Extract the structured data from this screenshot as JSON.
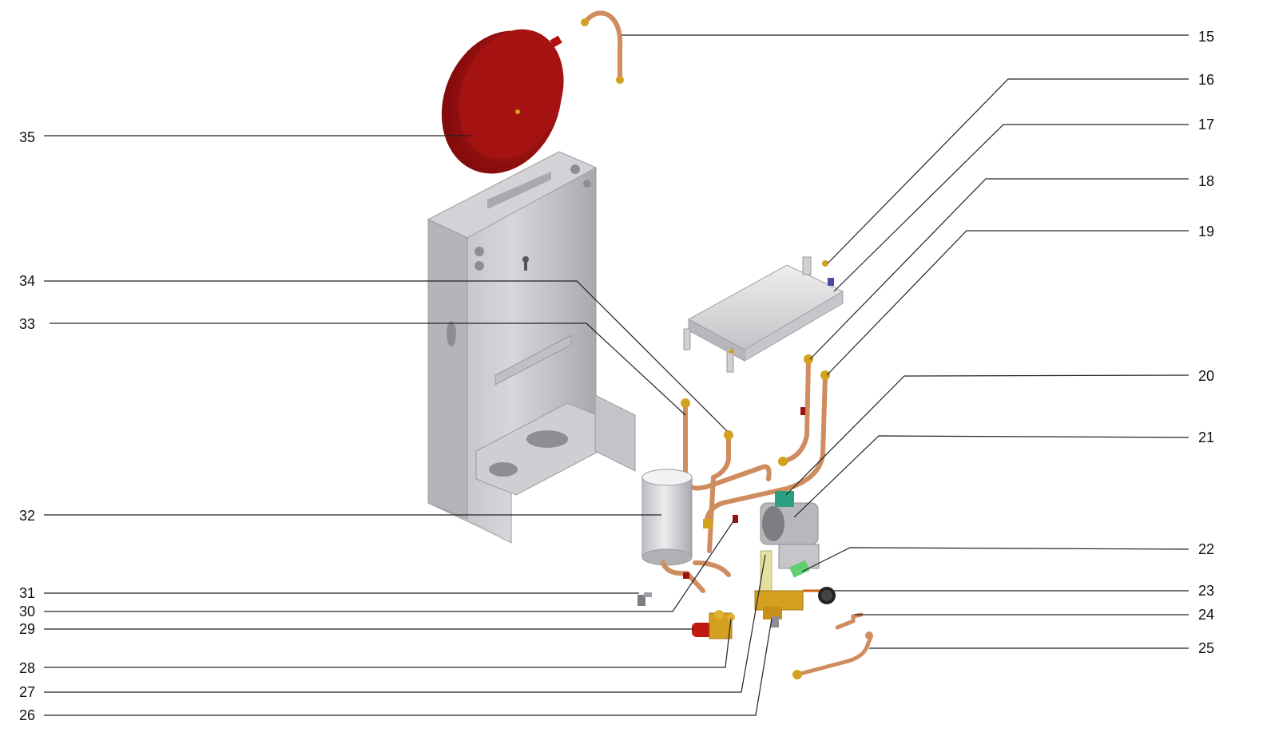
{
  "diagram": {
    "callouts_right": [
      "15",
      "16",
      "17",
      "18",
      "19",
      "20",
      "21",
      "22",
      "23",
      "24",
      "25"
    ],
    "callouts_left": [
      "35",
      "34",
      "33",
      "32",
      "31",
      "30",
      "29",
      "28",
      "27",
      "26"
    ],
    "colors": {
      "frame": "#c8c8cc",
      "expansion_vessel": "#b01010",
      "copper_pipe": "#d08a5a",
      "brass": "#d4a020",
      "heat_exchanger": "#d9d9dd",
      "pump_green": "#2aa080",
      "leader_line": "#222222"
    }
  }
}
